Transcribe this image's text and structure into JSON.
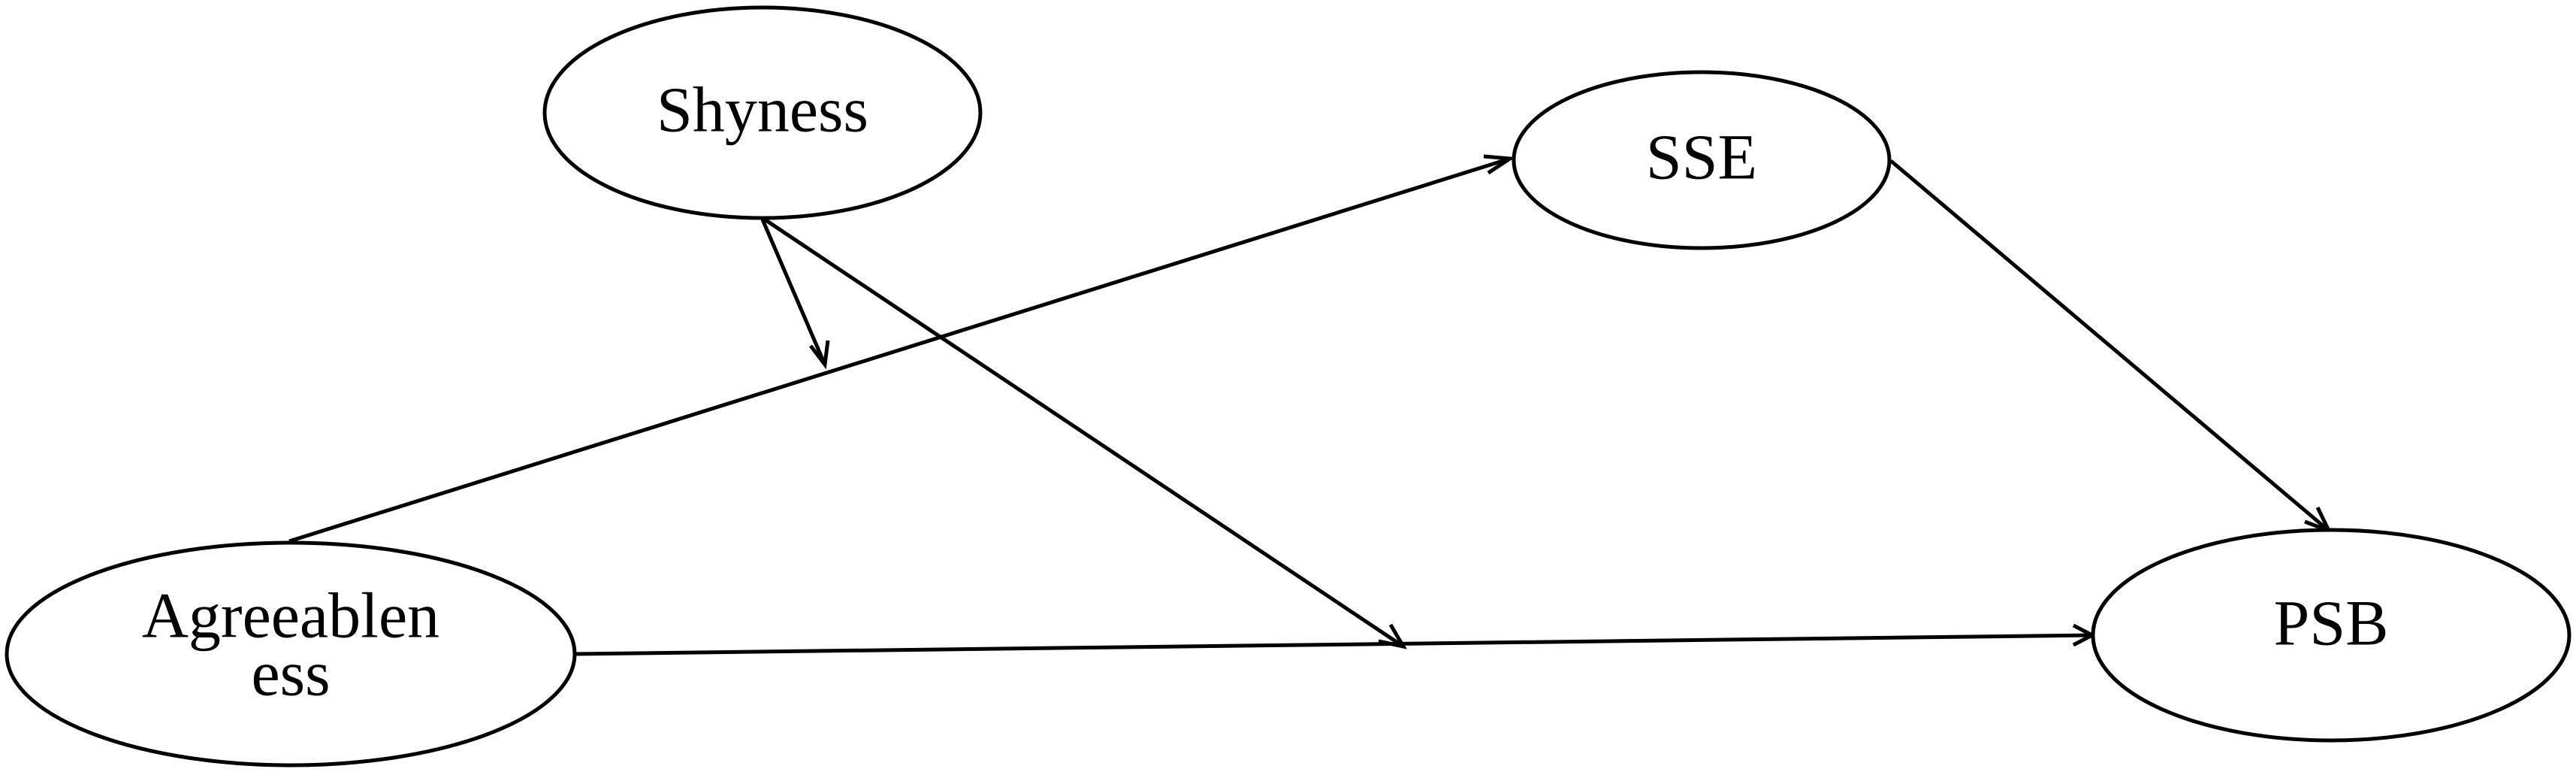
{
  "diagram": {
    "nodes": {
      "shyness": {
        "label": "Shyness"
      },
      "sse": {
        "label": "SSE"
      },
      "agreeableness": {
        "label_line1": "Agreeablen",
        "label_line2": "ess"
      },
      "psb": {
        "label": "PSB"
      }
    },
    "edges": [
      {
        "from": "agreeableness",
        "to": "sse"
      },
      {
        "from": "sse",
        "to": "psb"
      },
      {
        "from": "agreeableness",
        "to": "psb"
      },
      {
        "from": "shyness",
        "to": "agreeableness-sse-path",
        "type": "moderation"
      },
      {
        "from": "shyness",
        "to": "agreeableness-psb-path",
        "type": "moderation"
      }
    ],
    "colors": {
      "stroke": "#000000",
      "background": "#ffffff"
    }
  }
}
